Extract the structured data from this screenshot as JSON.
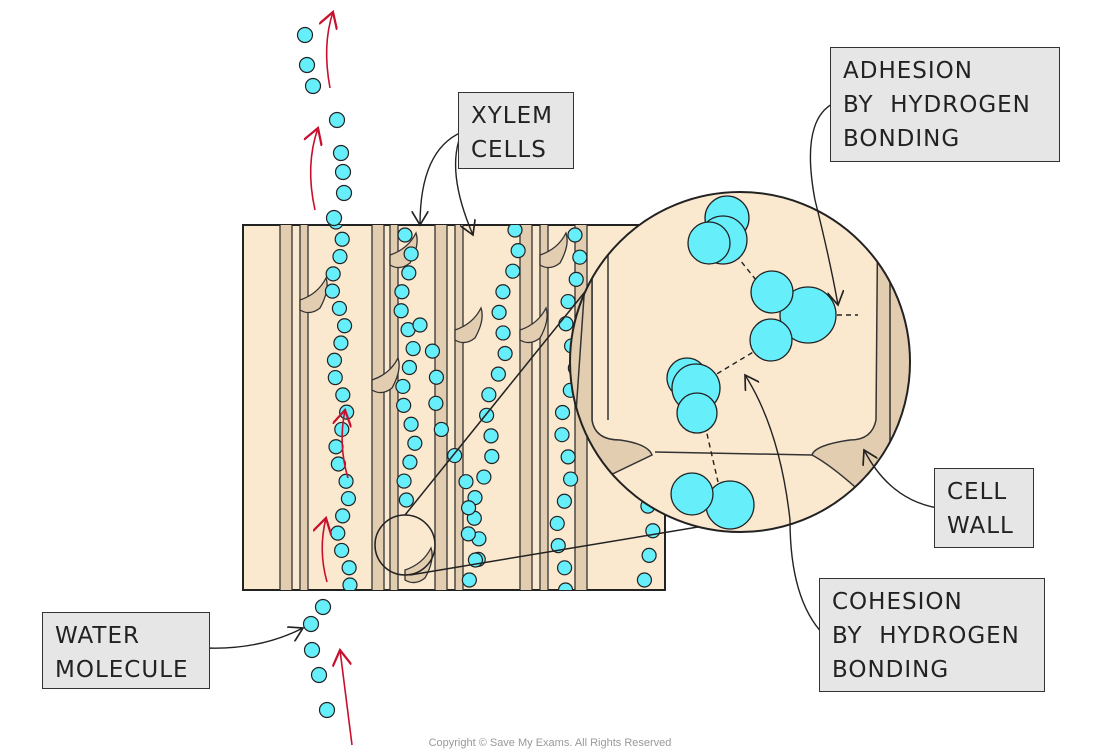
{
  "labels": {
    "xylem": [
      "XYLEM",
      "CELLS"
    ],
    "adhesion": [
      "ADHESION",
      "BY  HYDROGEN",
      "BONDING"
    ],
    "cell_wall": [
      "CELL",
      "WALL"
    ],
    "cohesion": [
      "COHESION",
      "BY  HYDROGEN",
      "BONDING"
    ],
    "water": [
      "WATER",
      "MOLECULE"
    ]
  },
  "copyright": "Copyright © Save My Exams. All Rights Reserved",
  "colors": {
    "cell_fill": "#fae8cf",
    "wall_fill": "#e3cdb0",
    "molecule": "#66eefa",
    "flow_arrow": "#c8102e",
    "outline": "#222222"
  }
}
